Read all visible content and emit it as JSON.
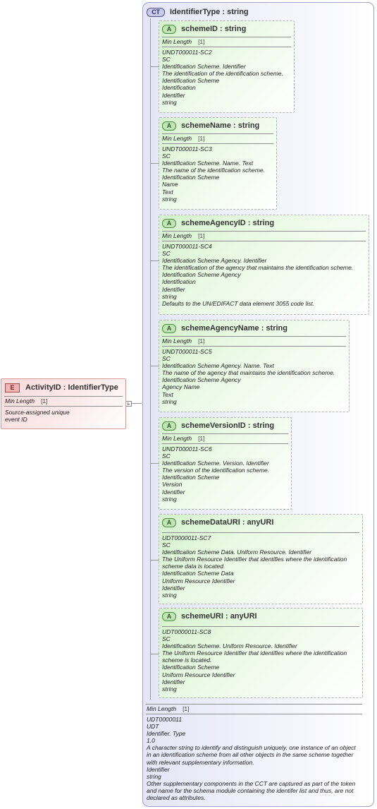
{
  "complex_type": {
    "badge": "CT",
    "title": "IdentifierType : string",
    "min_length_label": "Min Length",
    "min_length_value": "[1]",
    "docs": [
      "UDT0000011",
      "UDT",
      "Identifier. Type",
      "1.0",
      "A character string to identify and distinguish uniquely, one instance of an object in an identification scheme from all other objects in the same scheme together with relevant supplementary information.",
      "Identifier",
      "string",
      "Other supplementary components in the CCT are captured as part of the token and name for the schema module containing the identifer list and thus, are not declared as attributes."
    ]
  },
  "attributes": [
    {
      "badge": "A",
      "title": "schemeID : string",
      "min_length_label": "Min Length",
      "min_length_value": "[1]",
      "docs": [
        "UNDT000011-SC2",
        "SC",
        "Identification Scheme. Identifier",
        "The identification of the identification scheme.",
        "Identification Scheme",
        "Identification",
        "Identifier",
        "string"
      ]
    },
    {
      "badge": "A",
      "title": "schemeName : string",
      "min_length_label": "Min Length",
      "min_length_value": "[1]",
      "docs": [
        "UNDT000011-SC3",
        "SC",
        "Identification Scheme. Name. Text",
        "The name of the identification scheme.",
        "Identification Scheme",
        "Name",
        "Text",
        "string"
      ]
    },
    {
      "badge": "A",
      "title": "schemeAgencyID : string",
      "min_length_label": "Min Length",
      "min_length_value": "[1]",
      "docs": [
        "UNDT000011-SC4",
        "SC",
        "Identification Scheme Agency. Identifier",
        "The identification of the agency that maintains the identification scheme.",
        "Identification Scheme Agency",
        "Identification",
        "Identifier",
        "string",
        "Defaults to the UN/EDIFACT data element 3055 code list."
      ]
    },
    {
      "badge": "A",
      "title": "schemeAgencyName : string",
      "min_length_label": "Min Length",
      "min_length_value": "[1]",
      "docs": [
        "UNDT000011-SC5",
        "SC",
        "Identification Scheme Agency. Name. Text",
        "The name of the agency that maintains the identification scheme.",
        "Identification Scheme Agency",
        "Agency Name",
        "Text",
        "string"
      ]
    },
    {
      "badge": "A",
      "title": "schemeVersionID : string",
      "min_length_label": "Min Length",
      "min_length_value": "[1]",
      "docs": [
        "UNDT000011-SC6",
        "SC",
        "Identification Scheme. Version. Identifier",
        "The version of the identification scheme.",
        "Identification Scheme",
        "Version",
        "Identifier",
        "string"
      ]
    },
    {
      "badge": "A",
      "title": "schemeDataURI : anyURI",
      "docs": [
        "UDT0000011-SC7",
        "SC",
        "Identification Scheme Data. Uniform Resource. Identifier",
        "The Uniform Resource Identifier that identifies where the identification scheme data is located.",
        "Identification Scheme Data",
        "Uniform Resource Identifier",
        "Identifier",
        "string"
      ]
    },
    {
      "badge": "A",
      "title": "schemeURI : anyURI",
      "docs": [
        "UDT0000011-SC8",
        "SC",
        "Identification Scheme. Uniform Resource. Identifier",
        "The Uniform Resource Identifier that identifies where the identification scheme is located.",
        "Identification Scheme",
        "Uniform Resource Identifier",
        "Identifier",
        "string"
      ]
    }
  ],
  "element": {
    "badge": "E",
    "title": "ActivityID : IdentifierType",
    "min_length_label": "Min Length",
    "min_length_value": "[1]",
    "docs": [
      "Source-assigned unique event ID"
    ]
  }
}
